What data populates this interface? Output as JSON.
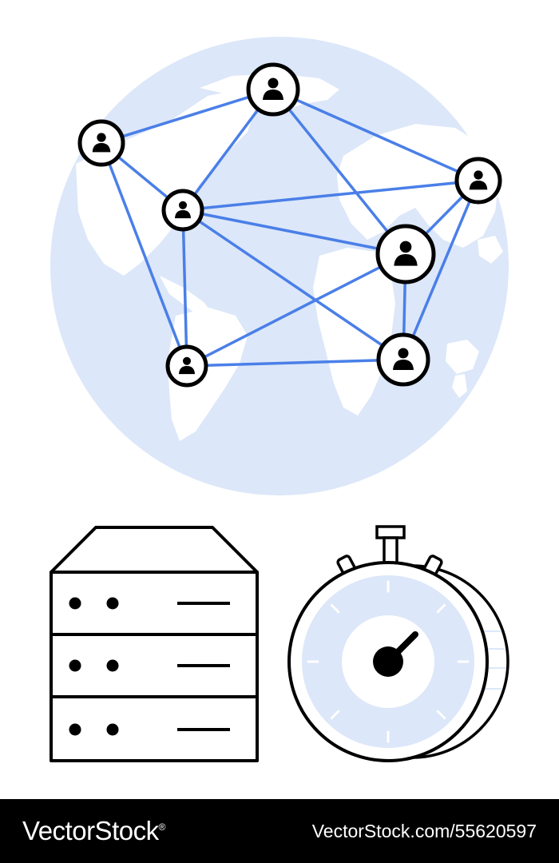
{
  "colors": {
    "globe_fill": "#dce7f9",
    "land": "#ffffff",
    "link_line": "#4a7fe8",
    "stroke": "#000000",
    "accent_fill": "#dce7f9",
    "footer_bg": "#000000",
    "footer_text": "#ffffff"
  },
  "illustration": {
    "globe": {
      "icon": "globe-icon"
    },
    "nodes": [
      {
        "icon": "user-icon"
      },
      {
        "icon": "user-icon"
      },
      {
        "icon": "user-icon"
      },
      {
        "icon": "user-icon"
      },
      {
        "icon": "user-icon"
      },
      {
        "icon": "user-icon"
      },
      {
        "icon": "user-icon"
      }
    ],
    "server": {
      "icon": "server-rack-icon",
      "units": 3
    },
    "stopwatch": {
      "icon": "stopwatch-icon"
    }
  },
  "footer": {
    "brand": "VectorStock",
    "brand_mark": "®",
    "stock_id": "VectorStock.com/55620597"
  }
}
